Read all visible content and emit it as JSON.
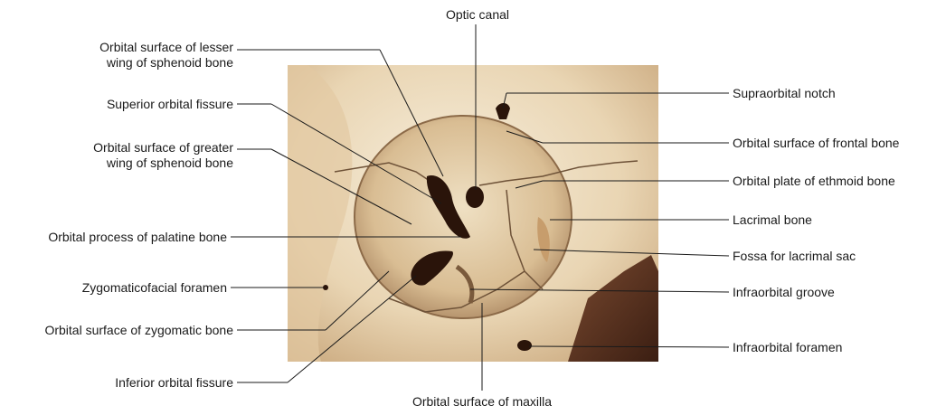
{
  "labels": {
    "optic_canal": "Optic canal",
    "orbital_surface_lesser_wing": "Orbital surface of lesser\nwing of sphenoid bone",
    "superior_orbital_fissure": "Superior orbital fissure",
    "orbital_surface_greater_wing": "Orbital surface of greater\nwing of sphenoid bone",
    "orbital_process_palatine": "Orbital process of palatine bone",
    "zygomaticofacial_foramen": "Zygomaticofacial foramen",
    "orbital_surface_zygomatic": "Orbital surface of zygomatic bone",
    "inferior_orbital_fissure": "Inferior orbital fissure",
    "orbital_surface_maxilla": "Orbital surface of maxilla",
    "supraorbital_notch": "Supraorbital notch",
    "orbital_surface_frontal": "Orbital surface of frontal bone",
    "orbital_plate_ethmoid": "Orbital plate of ethmoid bone",
    "lacrimal_bone": "Lacrimal bone",
    "fossa_lacrimal_sac": "Fossa for lacrimal sac",
    "infraorbital_groove": "Infraorbital groove",
    "infraorbital_foramen": "Infraorbital foramen"
  }
}
